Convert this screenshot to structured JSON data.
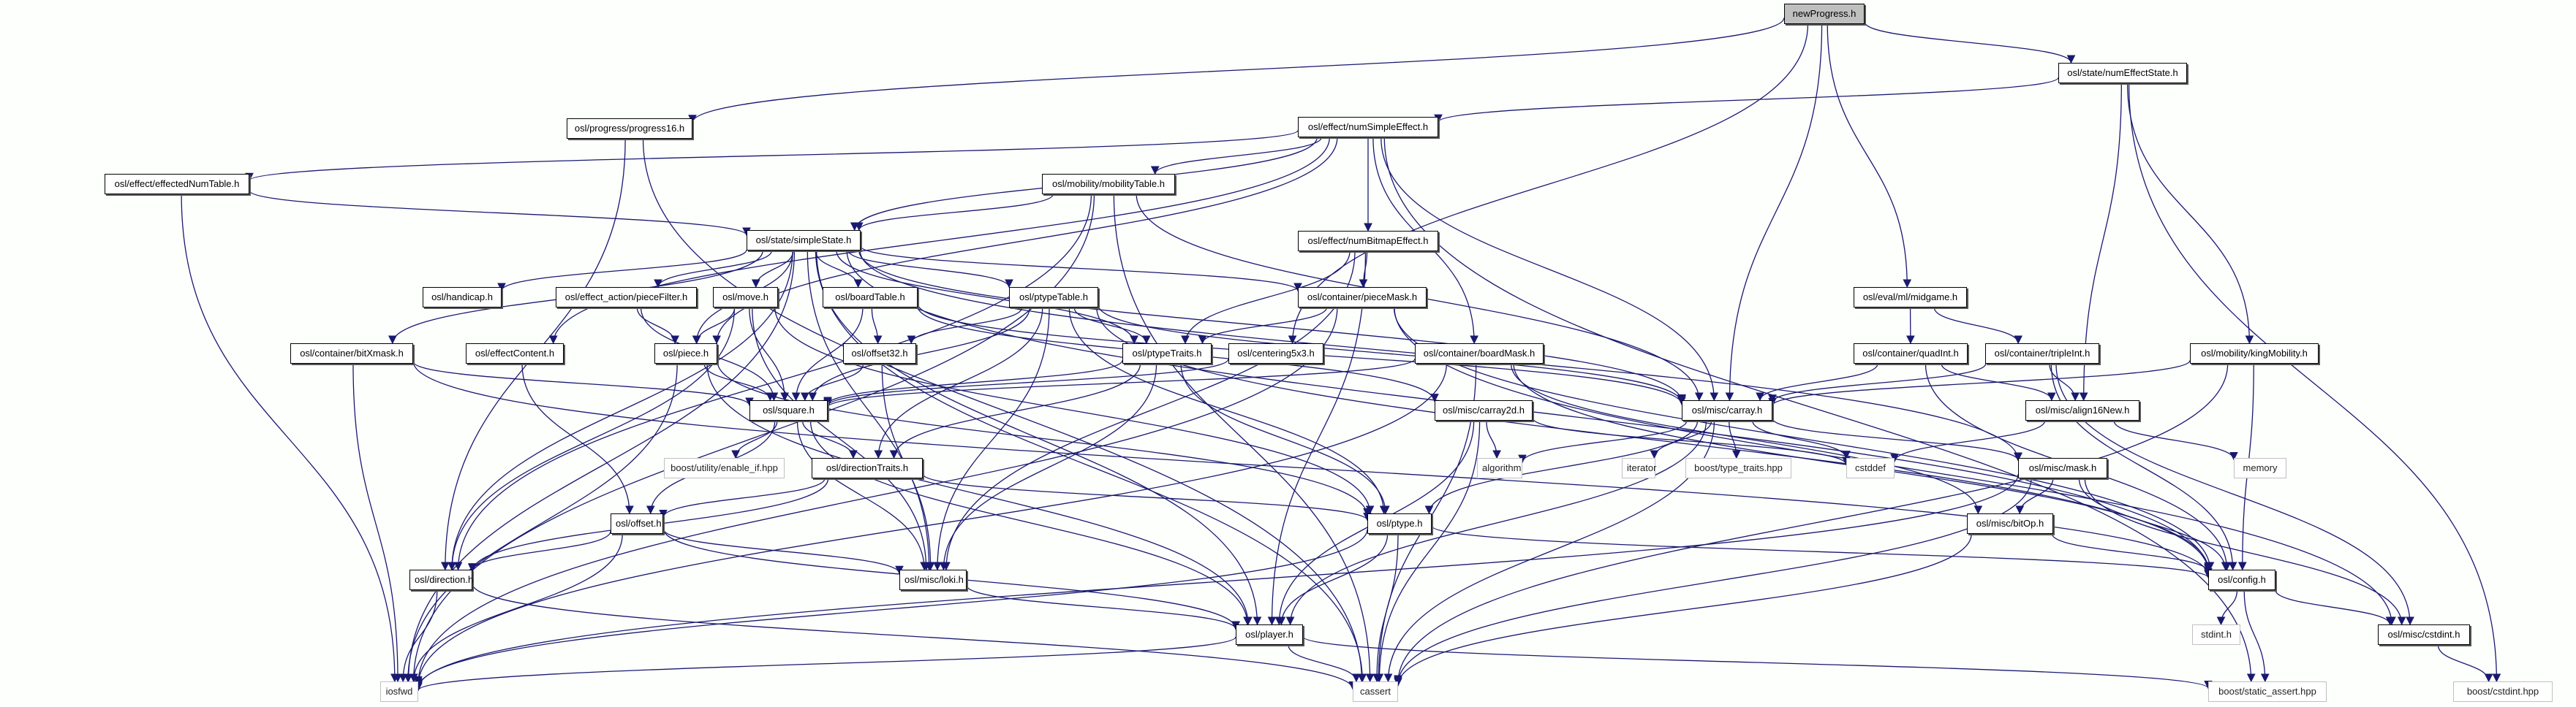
{
  "title": "newProgress.h include dependency graph",
  "edge_color": "#191970",
  "nodes": [
    {
      "id": "newProgress",
      "label": "newProgress.h",
      "kind": "root"
    },
    {
      "id": "progress16",
      "label": "osl/progress/progress16.h",
      "kind": "local"
    },
    {
      "id": "numEffectState",
      "label": "osl/state/numEffectState.h",
      "kind": "local"
    },
    {
      "id": "numSimpleEffect",
      "label": "osl/effect/numSimpleEffect.h",
      "kind": "local"
    },
    {
      "id": "effectedNumTable",
      "label": "osl/effect/effectedNumTable.h",
      "kind": "local"
    },
    {
      "id": "mobilityTable",
      "label": "osl/mobility/mobilityTable.h",
      "kind": "local"
    },
    {
      "id": "simpleState",
      "label": "osl/state/simpleState.h",
      "kind": "local"
    },
    {
      "id": "numBitmapEffect",
      "label": "osl/effect/numBitmapEffect.h",
      "kind": "local"
    },
    {
      "id": "handicap",
      "label": "osl/handicap.h",
      "kind": "local"
    },
    {
      "id": "pieceFilter",
      "label": "osl/effect_action/pieceFilter.h",
      "kind": "local"
    },
    {
      "id": "move",
      "label": "osl/move.h",
      "kind": "local"
    },
    {
      "id": "boardTable",
      "label": "osl/boardTable.h",
      "kind": "local"
    },
    {
      "id": "ptypeTable",
      "label": "osl/ptypeTable.h",
      "kind": "local"
    },
    {
      "id": "pieceMask",
      "label": "osl/container/pieceMask.h",
      "kind": "local"
    },
    {
      "id": "midgame",
      "label": "osl/eval/ml/midgame.h",
      "kind": "local"
    },
    {
      "id": "bitXmask",
      "label": "osl/container/bitXmask.h",
      "kind": "local"
    },
    {
      "id": "effectContent",
      "label": "osl/effectContent.h",
      "kind": "local"
    },
    {
      "id": "piece",
      "label": "osl/piece.h",
      "kind": "local"
    },
    {
      "id": "offset32",
      "label": "osl/offset32.h",
      "kind": "local"
    },
    {
      "id": "ptypeTraits",
      "label": "osl/ptypeTraits.h",
      "kind": "local"
    },
    {
      "id": "centering5x3",
      "label": "osl/centering5x3.h",
      "kind": "local"
    },
    {
      "id": "boardMask",
      "label": "osl/container/boardMask.h",
      "kind": "local"
    },
    {
      "id": "quadInt",
      "label": "osl/container/quadInt.h",
      "kind": "local"
    },
    {
      "id": "tripleInt",
      "label": "osl/container/tripleInt.h",
      "kind": "local"
    },
    {
      "id": "kingMobility",
      "label": "osl/mobility/kingMobility.h",
      "kind": "local"
    },
    {
      "id": "square",
      "label": "osl/square.h",
      "kind": "local"
    },
    {
      "id": "carray2d",
      "label": "osl/misc/carray2d.h",
      "kind": "local"
    },
    {
      "id": "carray",
      "label": "osl/misc/carray.h",
      "kind": "local"
    },
    {
      "id": "align16New",
      "label": "osl/misc/align16New.h",
      "kind": "local"
    },
    {
      "id": "enable_if",
      "label": "boost/utility/enable_if.hpp",
      "kind": "system"
    },
    {
      "id": "directionTraits",
      "label": "osl/directionTraits.h",
      "kind": "local"
    },
    {
      "id": "algorithm",
      "label": "algorithm",
      "kind": "system"
    },
    {
      "id": "iterator",
      "label": "iterator",
      "kind": "system"
    },
    {
      "id": "type_traits",
      "label": "boost/type_traits.hpp",
      "kind": "system"
    },
    {
      "id": "cstddef",
      "label": "cstddef",
      "kind": "system"
    },
    {
      "id": "mask",
      "label": "osl/misc/mask.h",
      "kind": "local"
    },
    {
      "id": "memory",
      "label": "memory",
      "kind": "system"
    },
    {
      "id": "offset",
      "label": "osl/offset.h",
      "kind": "local"
    },
    {
      "id": "ptype",
      "label": "osl/ptype.h",
      "kind": "local"
    },
    {
      "id": "bitOp",
      "label": "osl/misc/bitOp.h",
      "kind": "local"
    },
    {
      "id": "direction",
      "label": "osl/direction.h",
      "kind": "local"
    },
    {
      "id": "loki",
      "label": "osl/misc/loki.h",
      "kind": "local"
    },
    {
      "id": "config",
      "label": "osl/config.h",
      "kind": "local"
    },
    {
      "id": "player",
      "label": "osl/player.h",
      "kind": "local"
    },
    {
      "id": "stdint",
      "label": "stdint.h",
      "kind": "system"
    },
    {
      "id": "cstdint_osl",
      "label": "osl/misc/cstdint.h",
      "kind": "local"
    },
    {
      "id": "iosfwd",
      "label": "iosfwd",
      "kind": "system"
    },
    {
      "id": "cassert",
      "label": "cassert",
      "kind": "system"
    },
    {
      "id": "static_assert",
      "label": "boost/static_assert.hpp",
      "kind": "system"
    },
    {
      "id": "boost_cstdint",
      "label": "boost/cstdint.hpp",
      "kind": "system"
    }
  ],
  "edges": [
    [
      "newProgress",
      "progress16"
    ],
    [
      "newProgress",
      "numEffectState"
    ],
    [
      "newProgress",
      "carray"
    ],
    [
      "newProgress",
      "centering5x3"
    ],
    [
      "newProgress",
      "midgame"
    ],
    [
      "numEffectState",
      "numSimpleEffect"
    ],
    [
      "numEffectState",
      "kingMobility"
    ],
    [
      "numEffectState",
      "align16New"
    ],
    [
      "numEffectState",
      "boost_cstdint"
    ],
    [
      "progress16",
      "direction"
    ],
    [
      "progress16",
      "cassert"
    ],
    [
      "numSimpleEffect",
      "effectedNumTable"
    ],
    [
      "numSimpleEffect",
      "mobilityTable"
    ],
    [
      "numSimpleEffect",
      "simpleState"
    ],
    [
      "numSimpleEffect",
      "numBitmapEffect"
    ],
    [
      "numSimpleEffect",
      "boardMask"
    ],
    [
      "numSimpleEffect",
      "carray"
    ],
    [
      "numSimpleEffect",
      "piece"
    ],
    [
      "numSimpleEffect",
      "effectContent"
    ],
    [
      "numSimpleEffect",
      "static_assert"
    ],
    [
      "effectedNumTable",
      "simpleState"
    ],
    [
      "effectedNumTable",
      "iosfwd"
    ],
    [
      "mobilityTable",
      "simpleState"
    ],
    [
      "mobilityTable",
      "carray"
    ],
    [
      "mobilityTable",
      "cassert"
    ],
    [
      "mobilityTable",
      "iosfwd"
    ],
    [
      "mobilityTable",
      "direction"
    ],
    [
      "simpleState",
      "handicap"
    ],
    [
      "simpleState",
      "pieceFilter"
    ],
    [
      "simpleState",
      "move"
    ],
    [
      "simpleState",
      "boardTable"
    ],
    [
      "simpleState",
      "ptypeTable"
    ],
    [
      "simpleState",
      "pieceMask"
    ],
    [
      "simpleState",
      "bitXmask"
    ],
    [
      "simpleState",
      "piece"
    ],
    [
      "simpleState",
      "ptypeTraits"
    ],
    [
      "simpleState",
      "carray"
    ],
    [
      "simpleState",
      "loki"
    ],
    [
      "simpleState",
      "direction"
    ],
    [
      "simpleState",
      "iosfwd"
    ],
    [
      "simpleState",
      "player"
    ],
    [
      "simpleState",
      "config"
    ],
    [
      "simpleState",
      "mask"
    ],
    [
      "simpleState",
      "cassert"
    ],
    [
      "numBitmapEffect",
      "pieceMask"
    ],
    [
      "numBitmapEffect",
      "ptypeTraits"
    ],
    [
      "numBitmapEffect",
      "player"
    ],
    [
      "numBitmapEffect",
      "loki"
    ],
    [
      "pieceFilter",
      "piece"
    ],
    [
      "pieceFilter",
      "square"
    ],
    [
      "move",
      "piece"
    ],
    [
      "move",
      "square"
    ],
    [
      "move",
      "ptype"
    ],
    [
      "move",
      "loki"
    ],
    [
      "move",
      "direction"
    ],
    [
      "boardTable",
      "offset32"
    ],
    [
      "boardTable",
      "carray"
    ],
    [
      "boardTable",
      "carray2d"
    ],
    [
      "boardTable",
      "square"
    ],
    [
      "ptypeTable",
      "ptypeTraits"
    ],
    [
      "ptypeTable",
      "offset32"
    ],
    [
      "ptypeTable",
      "square"
    ],
    [
      "ptypeTable",
      "carray"
    ],
    [
      "ptypeTable",
      "ptype"
    ],
    [
      "ptypeTable",
      "directionTraits"
    ],
    [
      "ptypeTable",
      "config"
    ],
    [
      "ptypeTable",
      "loki"
    ],
    [
      "pieceMask",
      "ptypeTraits"
    ],
    [
      "pieceMask",
      "config"
    ],
    [
      "pieceMask",
      "cstdint_osl"
    ],
    [
      "pieceMask",
      "iosfwd"
    ],
    [
      "midgame",
      "quadInt"
    ],
    [
      "midgame",
      "tripleInt"
    ],
    [
      "bitXmask",
      "square"
    ],
    [
      "bitXmask",
      "iosfwd"
    ],
    [
      "bitXmask",
      "config"
    ],
    [
      "effectContent",
      "offset"
    ],
    [
      "piece",
      "square"
    ],
    [
      "piece",
      "ptype"
    ],
    [
      "piece",
      "player"
    ],
    [
      "piece",
      "iosfwd"
    ],
    [
      "offset32",
      "square"
    ],
    [
      "offset32",
      "loki"
    ],
    [
      "ptypeTraits",
      "ptype"
    ],
    [
      "ptypeTraits",
      "square"
    ],
    [
      "ptypeTraits",
      "directionTraits"
    ],
    [
      "ptypeTraits",
      "loki"
    ],
    [
      "centering5x3",
      "square"
    ],
    [
      "boardMask",
      "square"
    ],
    [
      "boardMask",
      "config"
    ],
    [
      "boardMask",
      "bitOp"
    ],
    [
      "boardMask",
      "iosfwd"
    ],
    [
      "boardMask",
      "cassert"
    ],
    [
      "quadInt",
      "carray"
    ],
    [
      "quadInt",
      "align16New"
    ],
    [
      "quadInt",
      "config"
    ],
    [
      "tripleInt",
      "carray"
    ],
    [
      "tripleInt",
      "align16New"
    ],
    [
      "tripleInt",
      "config"
    ],
    [
      "tripleInt",
      "cstdint_osl"
    ],
    [
      "kingMobility",
      "carray"
    ],
    [
      "kingMobility",
      "config"
    ],
    [
      "kingMobility",
      "cassert"
    ],
    [
      "square",
      "enable_if"
    ],
    [
      "square",
      "directionTraits"
    ],
    [
      "square",
      "offset"
    ],
    [
      "square",
      "player"
    ],
    [
      "square",
      "loki"
    ],
    [
      "carray2d",
      "algorithm"
    ],
    [
      "carray2d",
      "cstddef"
    ],
    [
      "carray2d",
      "player"
    ],
    [
      "carray2d",
      "cassert"
    ],
    [
      "carray",
      "algorithm"
    ],
    [
      "carray",
      "iterator"
    ],
    [
      "carray",
      "type_traits"
    ],
    [
      "carray",
      "cstddef"
    ],
    [
      "carray",
      "ptype"
    ],
    [
      "carray",
      "player"
    ],
    [
      "carray",
      "cassert"
    ],
    [
      "carray",
      "mask"
    ],
    [
      "align16New",
      "memory"
    ],
    [
      "align16New",
      "cstddef"
    ],
    [
      "directionTraits",
      "direction"
    ],
    [
      "directionTraits",
      "offset"
    ],
    [
      "directionTraits",
      "ptype"
    ],
    [
      "mask",
      "bitOp"
    ],
    [
      "mask",
      "config"
    ],
    [
      "mask",
      "cstdint_osl"
    ],
    [
      "mask",
      "cassert"
    ],
    [
      "mask",
      "iosfwd"
    ],
    [
      "offset",
      "direction"
    ],
    [
      "offset",
      "loki"
    ],
    [
      "offset",
      "player"
    ],
    [
      "offset",
      "iosfwd"
    ],
    [
      "ptype",
      "player"
    ],
    [
      "ptype",
      "config"
    ],
    [
      "ptype",
      "cassert"
    ],
    [
      "ptype",
      "iosfwd"
    ],
    [
      "bitOp",
      "config"
    ],
    [
      "bitOp",
      "cassert"
    ],
    [
      "direction",
      "iosfwd"
    ],
    [
      "direction",
      "cassert"
    ],
    [
      "loki",
      "player"
    ],
    [
      "config",
      "stdint"
    ],
    [
      "config",
      "cstdint_osl"
    ],
    [
      "config",
      "static_assert"
    ],
    [
      "player",
      "cassert"
    ],
    [
      "player",
      "iosfwd"
    ],
    [
      "player",
      "static_assert"
    ],
    [
      "cstdint_osl",
      "boost_cstdint"
    ]
  ]
}
